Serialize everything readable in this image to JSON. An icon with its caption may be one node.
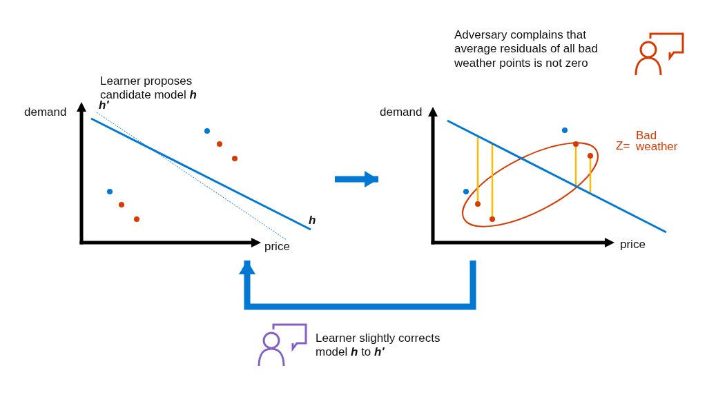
{
  "diagram": {
    "nodes": [
      {
        "text": [],
        "shape": "picture",
        "beside": [
          "Learner proposes candidate model **h**"
        ]
      },
      {
        "text": [],
        "shape": "picture",
        "beside": [
          "Adversary complains that average residuals of all bad weather points is not zero"
        ]
      }
    ],
    "edges": [
      {
        "from": 0,
        "to": 1,
        "arrow": "to"
      },
      {
        "from": 1,
        "to": 0,
        "arrow": "to"
      }
    ],
    "labels": [
      "demand",
      "price",
      "**h′**",
      "**h**",
      "demand",
      "price",
      "Z=",
      "Bad weather",
      "Learner slightly corrects model **h** to **h′**"
    ]
  }
}
